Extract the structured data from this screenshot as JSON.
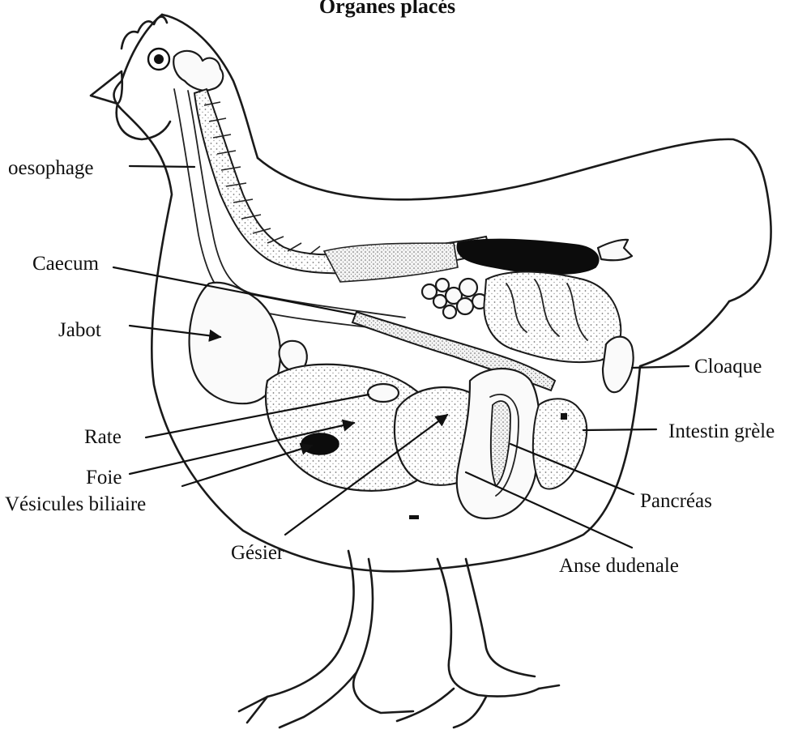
{
  "title": "Organes placés",
  "labels": {
    "oesophage": "oesophage",
    "caecum": "Caecum",
    "jabot": "Jabot",
    "rate": "Rate",
    "foie": "Foie",
    "vesicule": "Vésicules biliaire",
    "gesier": "Gésier",
    "cloaque": "Cloaque",
    "intestin": "Intestin grèle",
    "pancreas": "Pancréas",
    "anse": "Anse dudenale"
  }
}
